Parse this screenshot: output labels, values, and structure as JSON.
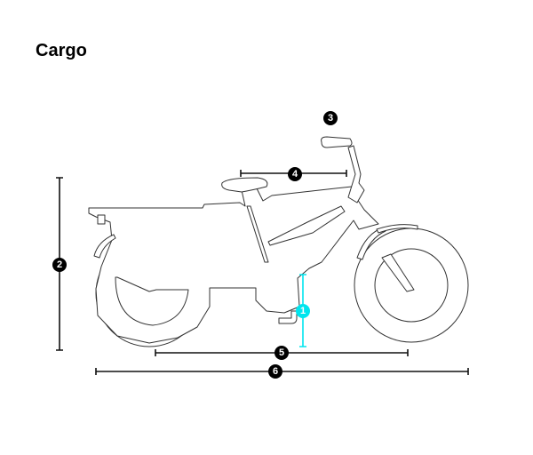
{
  "title": "Cargo",
  "markers": [
    {
      "label": "1",
      "meaning": "",
      "color": "#00e5ee"
    },
    {
      "label": "2",
      "color": "#000000"
    },
    {
      "label": "3",
      "color": "#000000"
    },
    {
      "label": "4",
      "color": "#000000"
    },
    {
      "label": "5",
      "color": "#000000"
    },
    {
      "label": "6",
      "color": "#000000"
    }
  ]
}
